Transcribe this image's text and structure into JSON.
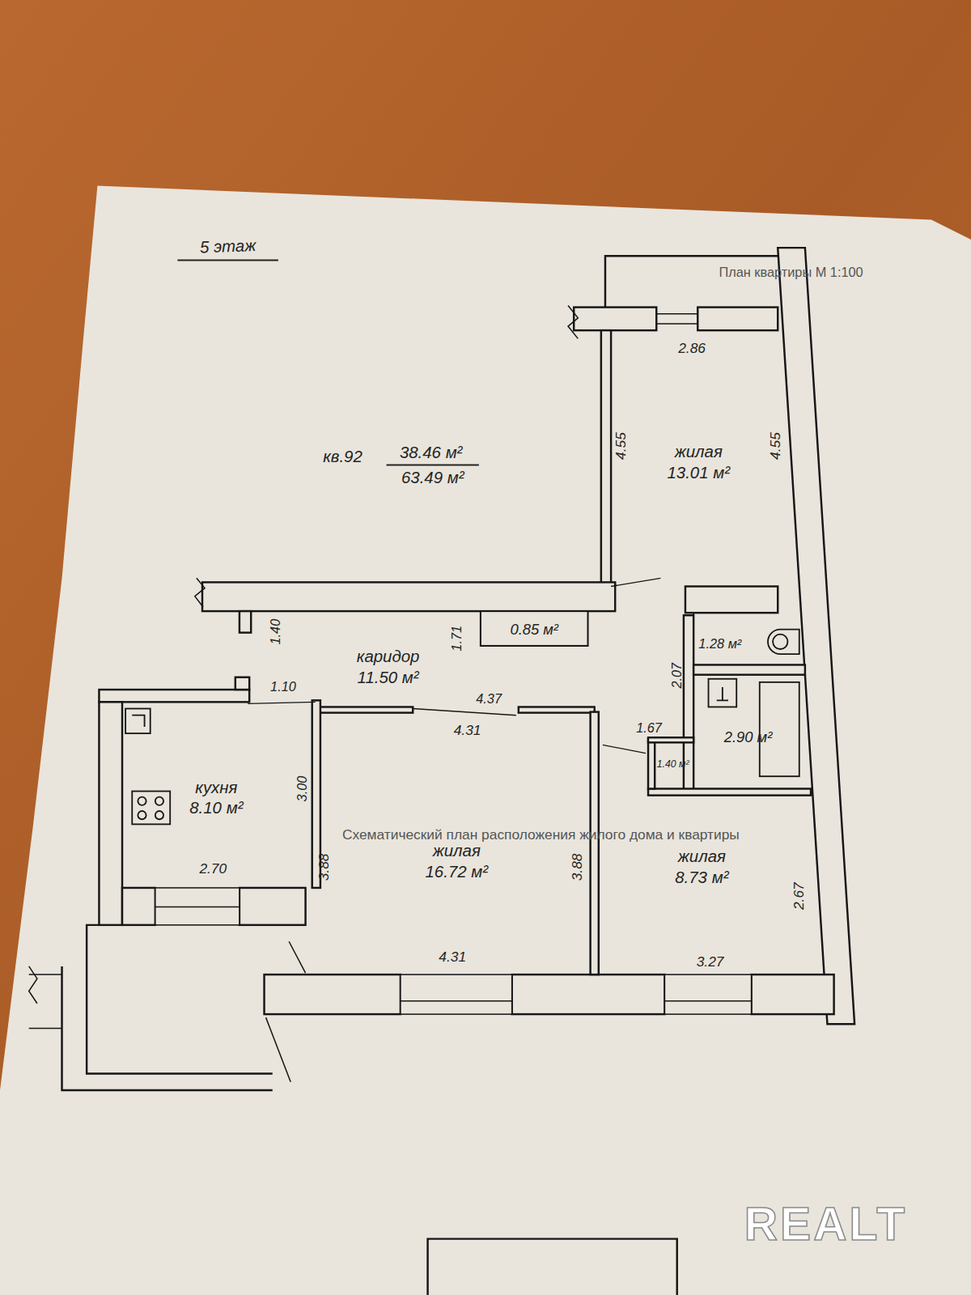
{
  "diagram": {
    "nodes": [
      {
        "text": [
          "жилая",
          "13.01 м²"
        ]
      },
      {
        "text": [
          "0.85 м²"
        ]
      },
      {
        "text": [
          "каридор",
          "11.50 м²"
        ]
      },
      {
        "text": [
          "1.28 м²"
        ]
      },
      {
        "text": [
          "2.90 м²"
        ]
      },
      {
        "text": [
          "кухня",
          "8.10 м²"
        ]
      },
      {
        "text": [
          "жилая",
          "16.72 м²"
        ]
      },
      {
        "text": [
          "1.40 м²"
        ]
      },
      {
        "text": [
          "жилая",
          "8.73 м²"
        ]
      }
    ],
    "labels": [
      "5 этаж",
      "План квартиры М 1:100",
      "кв.92",
      "38.46 м²",
      "63.49 м²",
      "2.86",
      "4.55",
      "4.55",
      "1.40",
      "1.71",
      "1.10",
      "4.37",
      "4.31",
      "2.07",
      "1.67",
      "3.00",
      "2.70",
      "3.88",
      "Схематический план расположения жилого дома и квартиры",
      "3.88",
      "4.31",
      "3.27",
      "2.67",
      "REALT"
    ]
  }
}
